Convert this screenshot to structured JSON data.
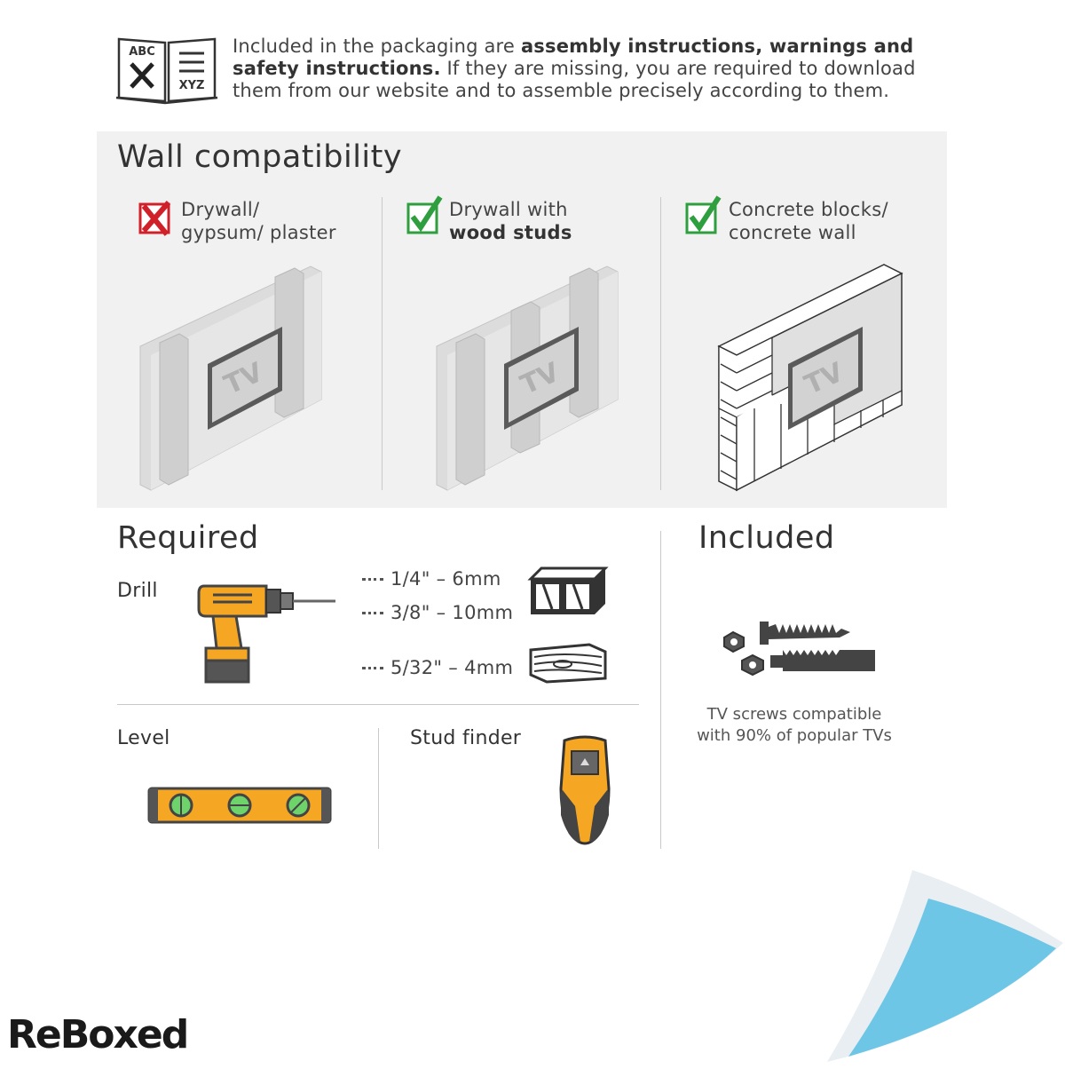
{
  "intro": {
    "part1": "Included in the packaging are ",
    "bold": "assembly instructions, warnings and safety instructions.",
    "part2": " If they are missing, you are required to download them from our website and to assemble precisely according to them.",
    "book_left": "ABC",
    "book_right": "XYZ"
  },
  "wall": {
    "title": "Wall compatibility",
    "options": [
      {
        "line1": "Drywall/",
        "line2": "gypsum/ plaster",
        "status": "not-compatible",
        "tv": "TV"
      },
      {
        "line1": "Drywall with",
        "line2": "wood studs",
        "status": "compatible",
        "tv": "TV"
      },
      {
        "line1": "Concrete blocks/",
        "line2": "concrete wall",
        "status": "compatible",
        "tv": "TV"
      }
    ]
  },
  "required": {
    "title": "Required",
    "drill": "Drill",
    "bits": [
      "1/4\" – 6mm",
      "3/8\" – 10mm",
      "5/32\" – 4mm"
    ],
    "level": "Level",
    "stud_finder": "Stud finder"
  },
  "included": {
    "title": "Included",
    "caption_line1": "TV screws compatible",
    "caption_line2": "with 90% of popular TVs"
  },
  "brand": "ReBoxed",
  "colors": {
    "accent_orange": "#f5a623",
    "check_green": "#2e9e3e",
    "cross_red": "#d0202a",
    "corner_blue": "#6ec6e6"
  }
}
